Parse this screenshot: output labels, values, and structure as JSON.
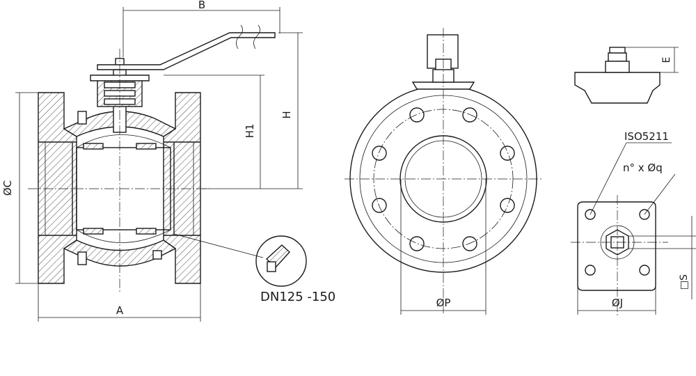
{
  "labels": {
    "dim_a": "A",
    "dim_b": "B",
    "dim_c": "ØC",
    "dim_h": "H",
    "dim_h1": "H1",
    "dim_p": "ØP",
    "dim_j": "ØJ",
    "dim_e": "E",
    "dim_s": "□S",
    "iso": "ISO5211",
    "holes": "n° x Øq",
    "detail_note": "DN125 -150"
  }
}
